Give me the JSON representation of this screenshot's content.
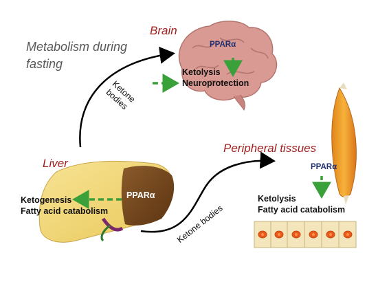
{
  "title": "Metabolism during fasting",
  "brain": {
    "label": "Brain",
    "receptor": "PPARα",
    "effects": [
      "Ketolysis",
      "Neuroprotection"
    ]
  },
  "liver": {
    "label": "Liver",
    "receptor": "PPARα",
    "effects": [
      "Ketogenesis",
      "Fatty acid catabolism"
    ]
  },
  "peripheral": {
    "label": "Peripheral tissues",
    "receptor": "PPARα",
    "effects": [
      "Ketolysis",
      "Fatty acid catabolism"
    ]
  },
  "arrows": {
    "to_brain_label": [
      "Ketone",
      "bodies"
    ],
    "to_peripheral_label": "Ketone bodies"
  },
  "colors": {
    "organ_label": "#a31f1f",
    "green_arrow": "#3aa03a",
    "brain": "#d4948f",
    "liver": "#f2d779",
    "muscle": "#f0a020"
  }
}
